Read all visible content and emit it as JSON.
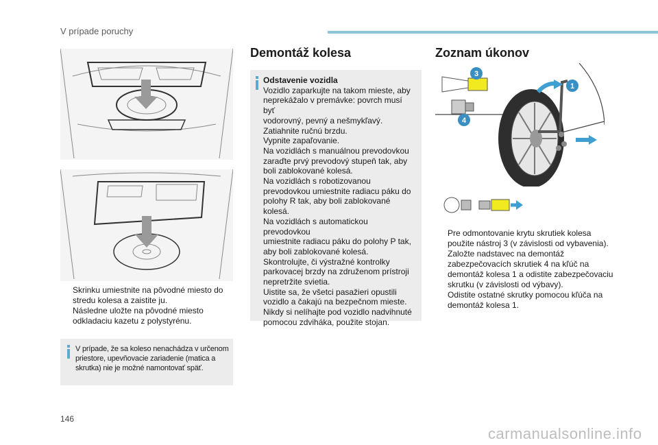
{
  "header": {
    "title": "V prípade poruchy"
  },
  "left": {
    "bullets": [
      "Skrinku umiestnite na pôvodné miesto do stredu kolesa a zaistite ju.",
      "Následne uložte na pôvodné miesto odkladaciu kazetu z polystyrénu."
    ],
    "note": "V prípade, že sa koleso nenachádza v určenom priestore, upevňovacie zariadenie (matica a skrutka) nie je možné namontovať späť."
  },
  "middle": {
    "title": "Demontáž kolesa",
    "box_heading": "Odstavenie vozidla",
    "lines": [
      "Vozidlo zaparkujte na takom mieste, aby",
      "neprekážalo v premávke: povrch musí byť",
      "vodorovný, pevný a nešmykľavý.",
      "Zatiahnite ručnú brzdu.",
      "Vypnite zapaľovanie.",
      "Na vozidlách s manuálnou prevodovkou",
      "zaraďte prvý prevodový stupeň tak, aby",
      "boli zablokované kolesá.",
      "Na vozidlách s robotizovanou",
      "prevodovkou umiestnite radiacu páku do",
      "polohy R tak, aby boli zablokované kolesá.",
      "Na vozidlách s automatickou prevodovkou",
      "umiestnite radiacu páku do polohy P tak,",
      "aby boli zablokované kolesá.",
      "Skontrolujte, či výstražné kontrolky",
      "parkovacej brzdy na združenom prístroji",
      "nepretržite svietia.",
      "Uistite sa, že všetci pasažieri opustili",
      "vozidlo a čakajú na bezpečnom mieste.",
      "Nikdy si nelíhajte pod vozidlo nadvihnuté",
      "pomocou zdviháka, použite stojan."
    ]
  },
  "right": {
    "title": "Zoznam úkonov",
    "callouts": [
      "1",
      "3",
      "4"
    ],
    "bullets": [
      "Pre odmontovanie krytu skrutiek kolesa použite nástroj 3 (v závislosti od vybavenia).",
      "Založte nadstavec na demontáž zabezpečovacích skrutiek 4 na kľúč na demontáž kolesa 1 a odistite zabezpečovaciu skrutku (v závislosti od výbavy).",
      "Odistite ostatné skrutky pomocou kľúča na demontáž kolesa 1."
    ]
  },
  "bullet_glyph": "",
  "page_number": "146",
  "watermark": "carmanualsonline.info",
  "colors": {
    "accent": "#5fa9cc",
    "arrow": "#3f9fd0",
    "badge": "#3a8fc2",
    "tool": "#f2ea20"
  }
}
